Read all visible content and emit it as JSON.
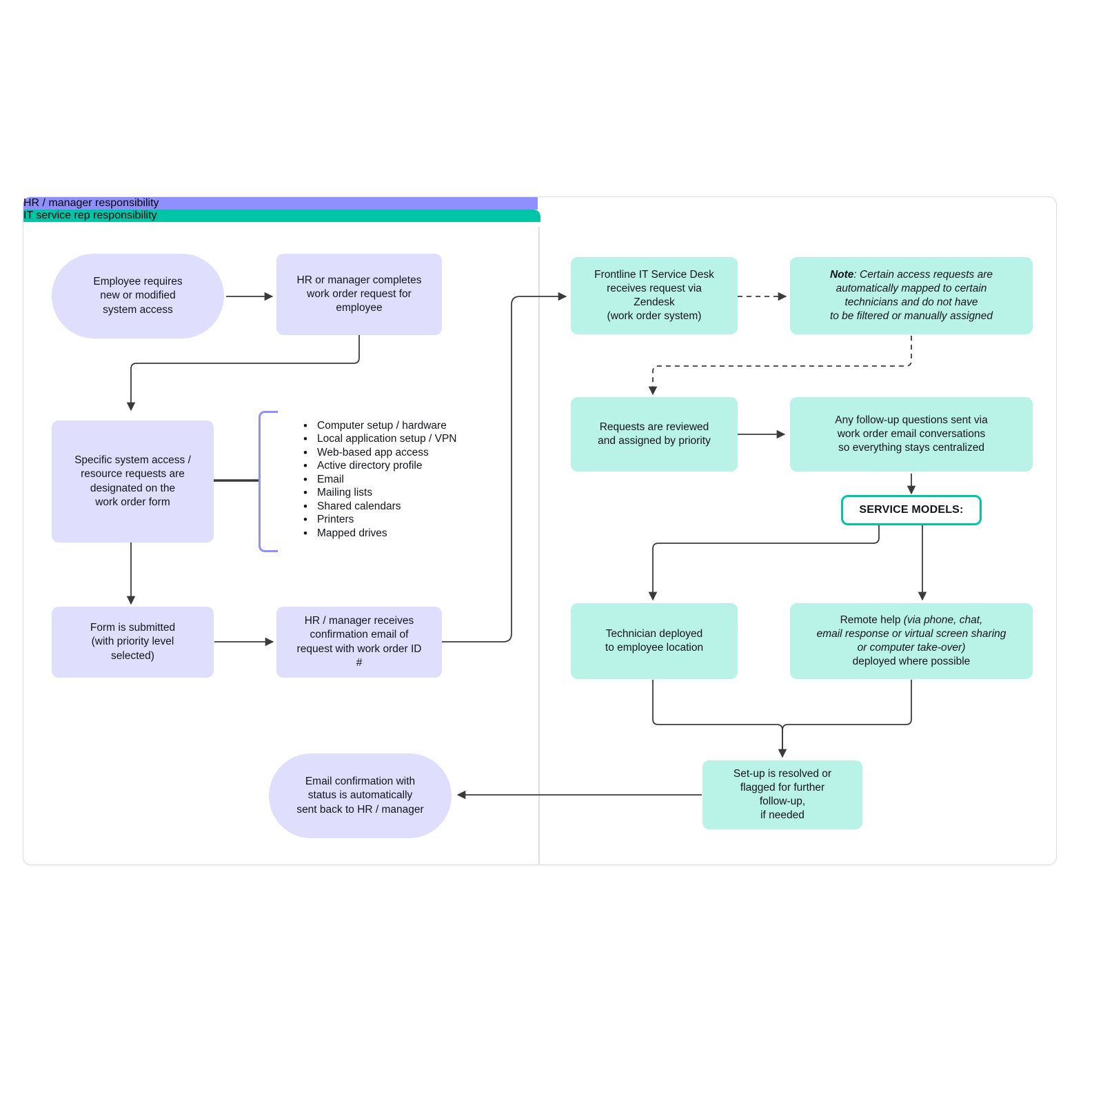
{
  "diagram": {
    "title": "IT access request / work order swimlane flowchart",
    "colors": {
      "lane_hr_header_bg": "#8f90fe",
      "lane_it_header_bg": "#00c4a7",
      "hr_node_bg": "#dfdffd",
      "it_node_bg": "#b9f2e6",
      "service_models_border": "#00c4a7",
      "connector": "#3a3a3a",
      "canvas_border": "#dcdfe6",
      "text": "#11141a"
    }
  },
  "lanes": [
    {
      "id": "hr",
      "header": "HR / manager responsibility"
    },
    {
      "id": "it",
      "header": "IT service rep responsibility"
    }
  ],
  "hr_lane": {
    "nodes": {
      "employee_requires": "Employee requires\nnew or modified\nsystem access",
      "hr_completes": "HR or manager completes\nwork order request for\nemployee",
      "specific_access": "Specific system access /\nresource requests are\ndesignated on the\nwork order form",
      "form_submitted": "Form is submitted\n(with priority level\nselected)",
      "hr_receives_confirmation": "HR / manager receives\nconfirmation email of\nrequest with work order ID\n#",
      "email_confirmation": "Email confirmation with\nstatus is automatically\nsent back to HR / manager"
    },
    "resource_list": [
      "Computer setup / hardware",
      "Local application setup / VPN",
      "Web-based app access",
      "Active directory profile",
      "Email",
      "Mailing lists",
      "Shared calendars",
      "Printers",
      "Mapped drives"
    ]
  },
  "it_lane": {
    "nodes": {
      "frontline_desk": "Frontline IT Service Desk\nreceives request via\nZendesk\n(work order system)",
      "note_label": "Note",
      "note_body": ": Certain access requests are\nautomatically mapped to certain\ntechnicians and do not have\nto be filtered or manually assigned",
      "requests_reviewed": "Requests are reviewed\nand assigned by priority",
      "followup_questions": "Any follow-up questions sent via\nwork order email conversations\nso everything stays centralized",
      "service_models": "SERVICE MODELS:",
      "technician_deployed": "Technician deployed\nto employee location",
      "remote_help_line1": "Remote help ",
      "remote_help_italic": "(via phone, chat,\nemail response or virtual screen sharing\nor computer take-over)",
      "remote_help_line4": "deployed where possible",
      "setup_resolved": "Set-up is resolved or\nflagged for further\nfollow-up,\nif needed"
    }
  }
}
